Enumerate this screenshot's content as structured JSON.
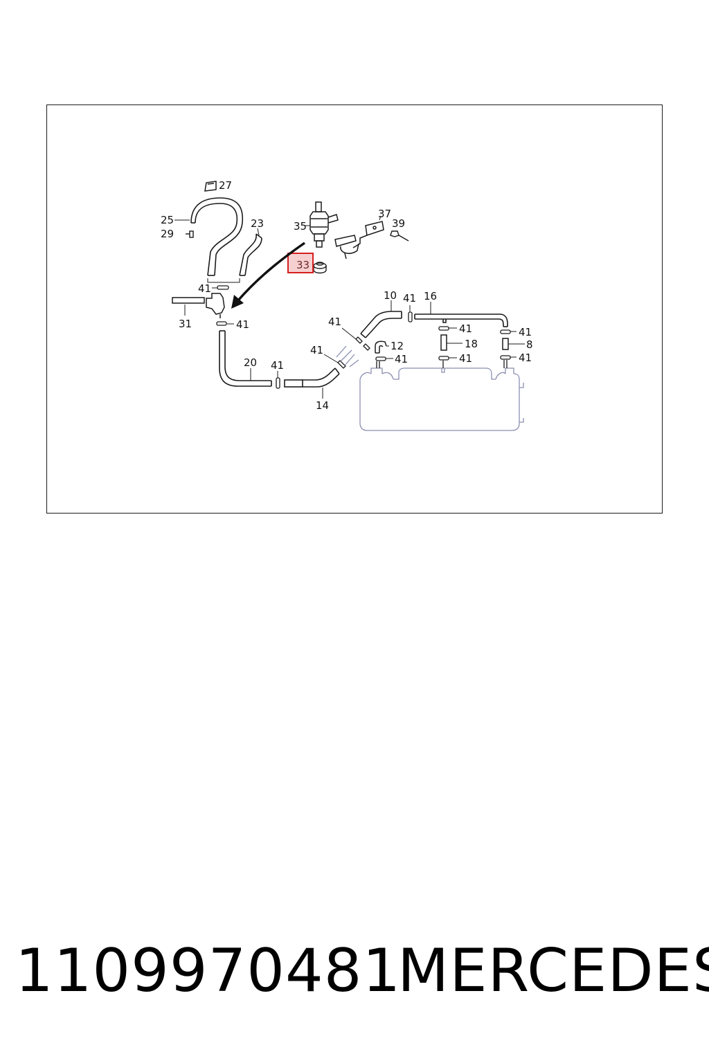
{
  "diagram": {
    "callouts": {
      "c27": "27",
      "c25": "25",
      "c29": "29",
      "c23": "23",
      "c35": "35",
      "c37": "37",
      "c39": "39",
      "c33": "33",
      "c31": "31",
      "c20": "20",
      "c14": "14",
      "c10": "10",
      "c16": "16",
      "c12": "12",
      "c18": "18",
      "c8": "8",
      "c41": "41"
    },
    "highlighted_part": "33",
    "colors": {
      "line": "#1a1a1a",
      "tank_outline": "#8a8fb0",
      "highlight_fill": "#f4c8c8",
      "highlight_stroke": "#d61f1f"
    }
  },
  "footer": {
    "part_number": "1109970481",
    "brand": "MERCEDES"
  }
}
